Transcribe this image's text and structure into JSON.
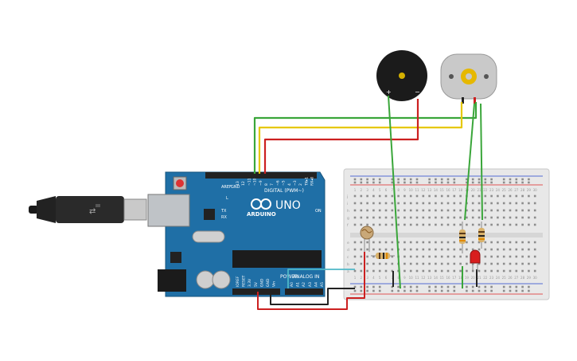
{
  "arduino": {
    "brand": "ARDUINO",
    "model": "UNO",
    "digital_header": "DIGITAL (PWM~)",
    "power_header": "POWER",
    "analog_header": "ANALOG IN",
    "aref": "AREF",
    "gnd": "GND",
    "on": "ON",
    "tx": "TX",
    "rx": "RX",
    "l": "L",
    "digital_pins": [
      "13",
      "12",
      "~11",
      "~10",
      "~9",
      "8",
      "7",
      "~6",
      "~5",
      "4",
      "~3",
      "2",
      "TX▸1",
      "RX◂0"
    ],
    "power_pins": [
      "IOREF",
      "RESET",
      "3.3V",
      "5V",
      "GND",
      "GND",
      "Vin"
    ],
    "analog_pins": [
      "A0",
      "A1",
      "A2",
      "A3",
      "A4",
      "A5"
    ]
  },
  "breadboard": {
    "row_letters_top": [
      "j",
      "i",
      "h",
      "g",
      "f"
    ],
    "row_letters_bottom": [
      "e",
      "d",
      "c",
      "b",
      "a"
    ],
    "column_numbers": [
      "1",
      "2",
      "3",
      "4",
      "5",
      "6",
      "7",
      "8",
      "9",
      "10",
      "11",
      "12",
      "13",
      "14",
      "15",
      "16",
      "17",
      "18",
      "19",
      "20",
      "21",
      "22",
      "23",
      "24",
      "25",
      "26",
      "27",
      "28",
      "29",
      "30"
    ]
  },
  "buzzer": {
    "plus": "+",
    "minus": "−"
  },
  "colors": {
    "board": "#1f6fa6",
    "wire_green": "#3aa63a",
    "wire_yellow": "#e6c800",
    "wire_red": "#cc2020",
    "wire_black": "#222222",
    "wire_teal": "#4fb8c8",
    "rail_red": "#d22",
    "rail_blue": "#2244cc"
  }
}
